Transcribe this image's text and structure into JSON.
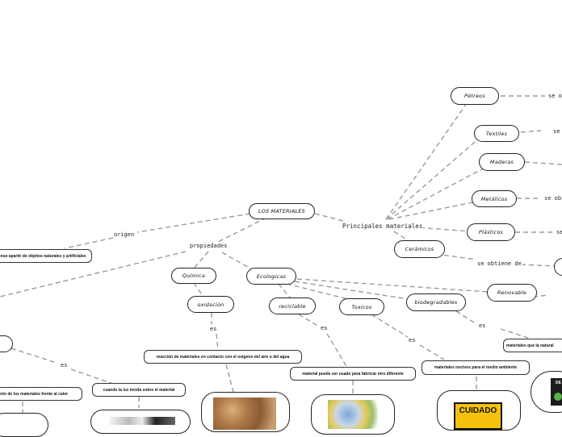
{
  "nodes": {
    "central": "LOS MATERIALES",
    "principales_label": "Principales materiales",
    "petreos": "Pétreos",
    "textiles": "Textiles",
    "maderas": "Maderas",
    "metalicos": "Metálicos",
    "plasticos": "Plásticos",
    "ceramicos": "Cerámicos",
    "quimica": "Química",
    "oxidacion": "oxidación",
    "ecologicas": "Ecologicas",
    "reciclable": "reciclable",
    "toxicos": "Toxicos",
    "biodegradables": "biodegradables",
    "renovable": "Renovable"
  },
  "labels": {
    "origen": "origen",
    "propiedades": "propiedades",
    "se_obtiene_de": "se obtiene de",
    "se_o": "se o",
    "se_obt": "se obt",
    "se_short": "se",
    "se_short2": "se",
    "es_1": "es",
    "es_2": "es",
    "es_3": "es",
    "es_4": "es",
    "es_5": "es"
  },
  "boxes": {
    "origen_desc": "ense apartir de objetos naturales y artificiales",
    "oxidacion_desc": "reacción de materiales en contacto con el oxigeno del aire o del agua",
    "reciclable_desc": "material puede ser usado para fabricar otro diferente",
    "toxicos_desc": "materiales nocivos para el medio ambiente",
    "renovable_desc": "materiales que la natural",
    "luz_desc": "cuando la luz incida sobre el material",
    "calor_desc": "iento de los materiales frente al calor"
  },
  "images": {
    "cuidado_sign": "CUIDADO",
    "corner_label": "DE"
  },
  "colors": {
    "line": "#9a9a9a",
    "border": "#222222",
    "sign_yellow": "#f4c20d"
  }
}
